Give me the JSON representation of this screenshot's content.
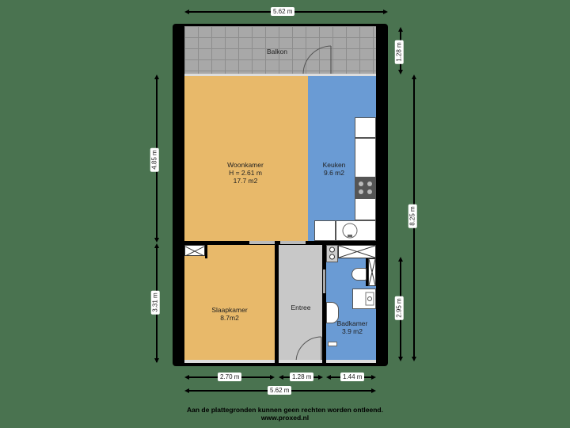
{
  "colors": {
    "background": "#4a7350",
    "living_bedroom": "#e8b96a",
    "kitchen_bathroom": "#6a9bd4",
    "hallway": "#c8c8c8",
    "balcony": "#a8a8a8",
    "wall": "#000000"
  },
  "rooms": {
    "balcony": {
      "name": "Balkon"
    },
    "living": {
      "name": "Woonkamer",
      "height": "H = 2.61 m",
      "area": "17.7 m2"
    },
    "kitchen": {
      "name": "Keuken",
      "area": "9.6 m2"
    },
    "bedroom": {
      "name": "Slaapkamer",
      "area": "8.7m2"
    },
    "hallway": {
      "name": "Entree"
    },
    "bathroom": {
      "name": "Badkamer",
      "area": "3.9 m2"
    }
  },
  "dimensions": {
    "top_width": "5.62 m",
    "balcony_depth": "1.28 m",
    "left_upper": "4.85 m",
    "left_lower": "3.31 m",
    "right_total": "8.25 m",
    "right_lower": "2.95 m",
    "bottom_seg1": "2.70 m",
    "bottom_seg2": "1.28 m",
    "bottom_seg3": "1.44 m",
    "bottom_total": "5.62 m"
  },
  "footer": {
    "disclaimer": "Aan de plattegronden kunnen geen rechten worden ontleend.",
    "website": "www.proxed.nl"
  }
}
